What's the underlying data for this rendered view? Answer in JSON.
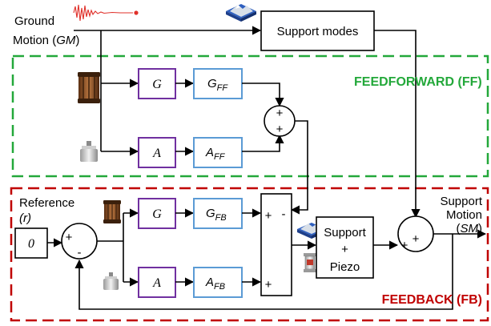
{
  "inputs": {
    "ground_line1": "Ground",
    "ground_line2_a": "Motion (",
    "ground_line2_b": "GM",
    "ground_line2_c": ")",
    "reference_line1": "Reference",
    "reference_line2": "(r)"
  },
  "blocks": {
    "support_modes": "Support modes",
    "g_top": "G",
    "gff": "G",
    "gff_sub": "FF",
    "a_top": "A",
    "aff": "A",
    "aff_sub": "FF",
    "g_bot": "G",
    "gfb": "G",
    "gfb_sub": "FB",
    "a_bot": "A",
    "afb": "A",
    "afb_sub": "FB",
    "zero": "0",
    "support_line1": "Support",
    "support_line2": "+",
    "support_line3": "Piezo"
  },
  "signs": {
    "ff_sum_top": "+",
    "ff_sum_bottom": "+",
    "ref_sum_plus": "+",
    "ref_sum_minus": "-",
    "mix_plus_top": "+",
    "mix_minus": "-",
    "mix_plus_bottom": "+",
    "out_sum_plus_top": "+",
    "out_sum_plus_left": "+"
  },
  "regions": {
    "ff_label_a": "FEED",
    "ff_label_b": "FORWARD",
    "ff_label_c": " (FF)",
    "fb_label_a": "FEED",
    "fb_label_b": "BACK",
    "fb_label_c": " (FB)",
    "ff_color": "#23a83a",
    "fb_color": "#c00000"
  },
  "outputs": {
    "line1": "Support",
    "line2": "Motion",
    "line3_a": "(",
    "line3_b": "SM",
    "line3_c": ")"
  },
  "icons": [
    "seismograph-icon",
    "mountain-terrain-icon",
    "geophone-icon",
    "accelerometer-icon",
    "piezo-actuator-icon"
  ]
}
